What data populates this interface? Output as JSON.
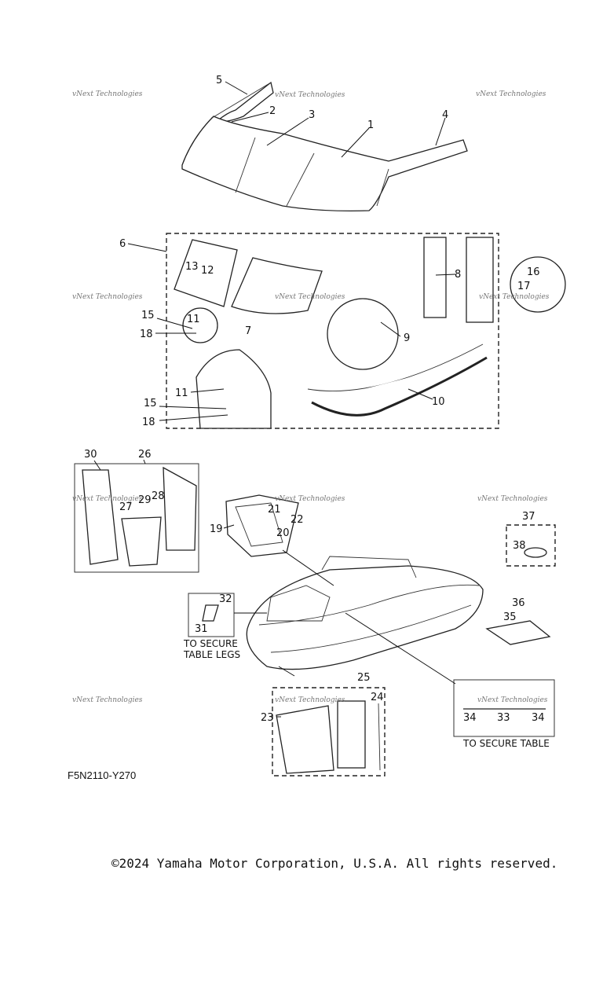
{
  "callouts": {
    "c1": "1",
    "c2": "2",
    "c3": "3",
    "c4": "4",
    "c5": "5",
    "c6": "6",
    "c7": "7",
    "c8": "8",
    "c9": "9",
    "c10": "10",
    "c11a": "11",
    "c11b": "11",
    "c12": "12",
    "c13": "13",
    "c15a": "15",
    "c15b": "15",
    "c16": "16",
    "c17": "17",
    "c18a": "18",
    "c18b": "18",
    "c19": "19",
    "c20": "20",
    "c21": "21",
    "c22": "22",
    "c23": "23",
    "c24": "24",
    "c25": "25",
    "c26": "26",
    "c27": "27",
    "c28": "28",
    "c29": "29",
    "c30": "30",
    "c31": "31",
    "c32": "32",
    "c33": "33",
    "c34a": "34",
    "c34b": "34",
    "c35": "35",
    "c36": "36",
    "c37": "37",
    "c38": "38"
  },
  "notes": {
    "table_legs_line1": "TO SECURE",
    "table_legs_line2": "TABLE LEGS",
    "secure_table": "TO SECURE TABLE"
  },
  "watermark": {
    "text": "vNext Technologies"
  },
  "reference_code": "F5N2110-Y270",
  "copyright": "©2024 Yamaha Motor Corporation, U.S.A. All rights reserved."
}
